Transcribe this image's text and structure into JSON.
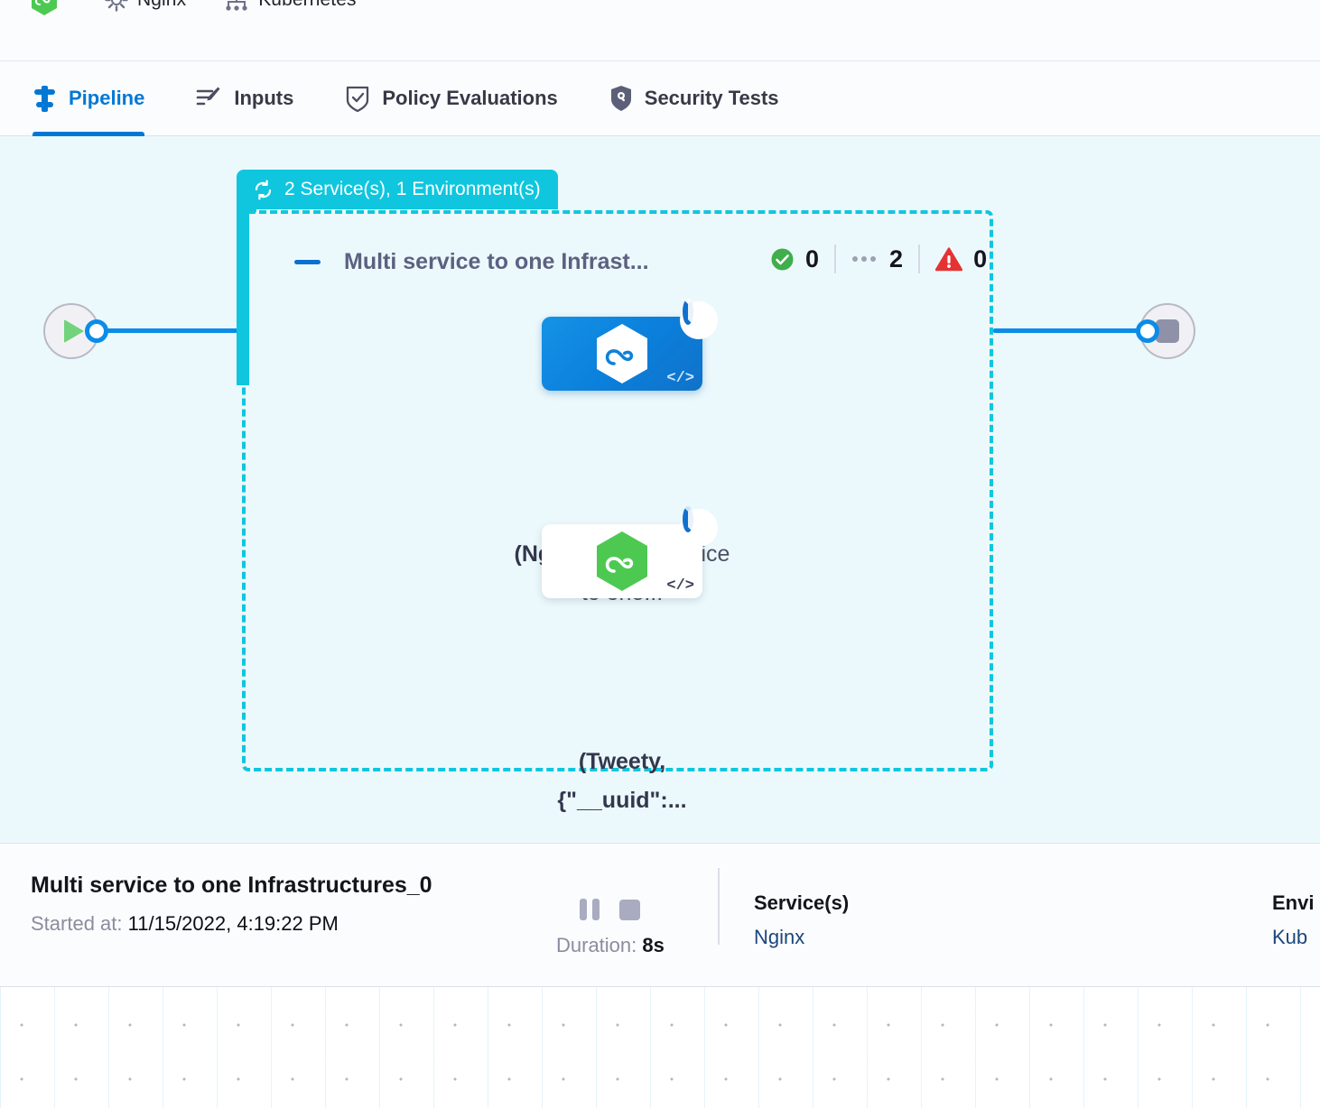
{
  "breadcrumb": {
    "items": [
      {
        "icon": "harness-hexagon-logo",
        "label": ""
      },
      {
        "icon": "gear-icon",
        "label": "Nginx"
      },
      {
        "icon": "infrastructure-icon",
        "label": "Kubernetes"
      }
    ]
  },
  "tabs": [
    {
      "id": "pipeline",
      "label": "Pipeline",
      "icon": "pipeline-icon",
      "active": true
    },
    {
      "id": "inputs",
      "label": "Inputs",
      "icon": "inputs-icon",
      "active": false
    },
    {
      "id": "policy-evaluations",
      "label": "Policy Evaluations",
      "icon": "policy-shield-check-icon",
      "active": false
    },
    {
      "id": "security-tests",
      "label": "Security Tests",
      "icon": "security-shield-icon",
      "active": false
    }
  ],
  "canvas": {
    "group_badge": {
      "icon": "loop-repeat-icon",
      "label": "2 Service(s), 1 Environment(s)"
    },
    "group_header": {
      "collapse_icon": "collapse-dash-icon",
      "title": "Multi service to one Infrast..."
    },
    "status_counts": [
      {
        "icon": "success-check-icon",
        "value": "0",
        "color": "#3fae4b"
      },
      {
        "icon": "running-dots-icon",
        "value": "2",
        "color": "#9ea1b5"
      },
      {
        "icon": "error-warning-icon",
        "value": "0",
        "color": "#e53333"
      }
    ],
    "steps": [
      {
        "id": "nginx-step",
        "icon": "harness-hexagon-logo-white",
        "code_glyph": "</>",
        "status_icon": "running-spinner-badge",
        "label_prefix": "(Nginx)",
        "label_rest": ": Multi service to one...",
        "label_bold_all": false
      },
      {
        "id": "tweety-step",
        "icon": "harness-hexagon-logo-green",
        "code_glyph": "</>",
        "status_icon": "running-spinner-badge",
        "label_prefix": "(Tweety,",
        "label_rest": "{\"__uuid\":...",
        "label_bold_all": true
      }
    ],
    "start_node": {
      "icon": "play-icon",
      "name": "pipeline-start-node"
    },
    "end_node": {
      "icon": "stop-icon",
      "name": "pipeline-end-node"
    }
  },
  "info_panel": {
    "title": "Multi service to one Infrastructures_0",
    "started_label": "Started at:",
    "started_value": "11/15/2022, 4:19:22 PM",
    "controls": [
      {
        "icon": "pause-icon",
        "name": "pause-button"
      },
      {
        "icon": "stop-icon",
        "name": "stop-button"
      }
    ],
    "duration_label": "Duration:",
    "duration_value": "8s",
    "services": {
      "heading": "Service(s)",
      "value": "Nginx"
    },
    "environments": {
      "heading": "Envi",
      "value": "Kub"
    }
  },
  "colors": {
    "accent_blue": "#0278d5",
    "group_teal": "#0fc6de",
    "canvas_bg": "#ecf9fc",
    "wire_blue": "#0b8ce8",
    "success_green": "#3fae4b",
    "error_red": "#e53333"
  }
}
